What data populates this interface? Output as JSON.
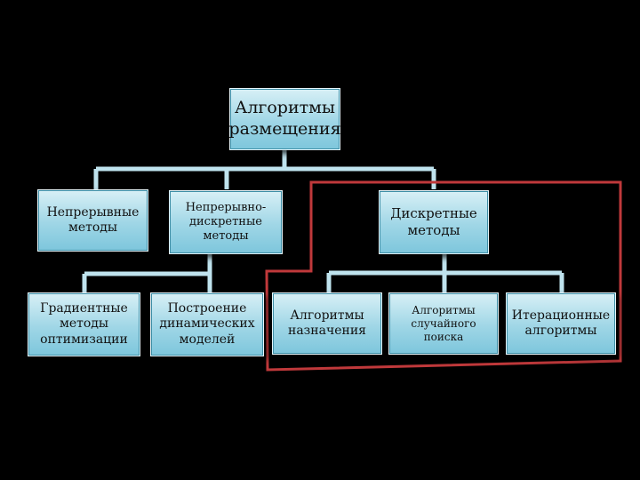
{
  "diagram": {
    "root": "Алгоритмы размещения",
    "level1": {
      "continuous": "Непрерывные методы",
      "mixed": "Непрерывно-дискретные методы",
      "discrete": "Дискретные методы"
    },
    "level2": {
      "gradient": "Градиентные методы оптимизации",
      "dynamic": "Построение динамических моделей",
      "assignment": "Алгоритмы назначения",
      "random_search": "Алгоритмы случайного поиска",
      "iterative": "Итерационные алгоритмы"
    },
    "colors": {
      "node_fill": "#9fd6e6",
      "connector": "#bfe3ee",
      "highlight_border": "#c0393b"
    }
  }
}
